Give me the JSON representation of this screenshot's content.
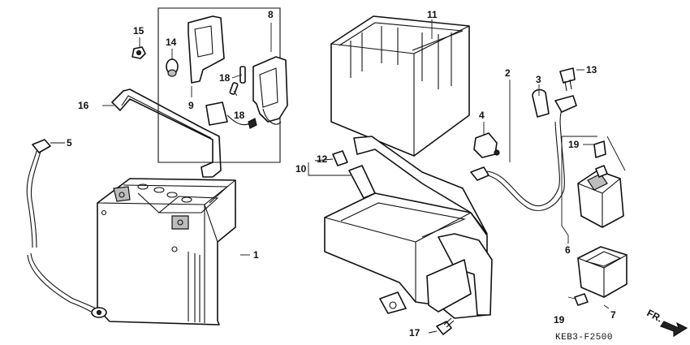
{
  "diagram_code": "KEB3-F2500",
  "front_label": "FR.",
  "callouts": [
    {
      "id": "1"
    },
    {
      "id": "2"
    },
    {
      "id": "3"
    },
    {
      "id": "4"
    },
    {
      "id": "5"
    },
    {
      "id": "6"
    },
    {
      "id": "7"
    },
    {
      "id": "8"
    },
    {
      "id": "9"
    },
    {
      "id": "10"
    },
    {
      "id": "11"
    },
    {
      "id": "12"
    },
    {
      "id": "13"
    },
    {
      "id": "14"
    },
    {
      "id": "15"
    },
    {
      "id": "16"
    },
    {
      "id": "17"
    },
    {
      "id": "18a",
      "label": "18"
    },
    {
      "id": "18b",
      "label": "18"
    },
    {
      "id": "19a",
      "label": "19"
    },
    {
      "id": "19b",
      "label": "19"
    }
  ]
}
